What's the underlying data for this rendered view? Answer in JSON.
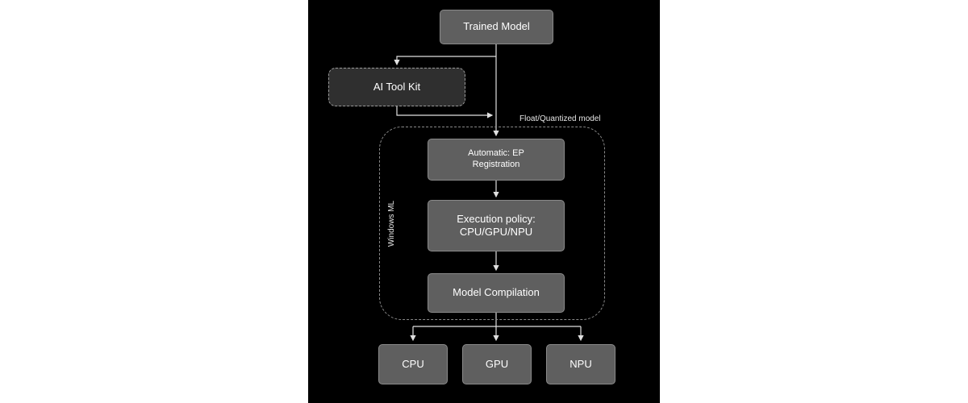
{
  "diagram": {
    "nodes": {
      "trained_model": "Trained  Model",
      "ai_tool_kit": "AI Tool Kit",
      "ep_registration": [
        "Automatic: EP",
        "Registration"
      ],
      "execution_policy": [
        "Execution policy:",
        "CPU/GPU/NPU"
      ],
      "model_compilation": "Model Compilation",
      "cpu": "CPU",
      "gpu": "GPU",
      "npu": "NPU"
    },
    "labels": {
      "float_quantized": "Float/Quantized model",
      "windows_ml": "Windows ML"
    },
    "colors": {
      "background": "#000000",
      "node_fill": "#5f5f5f",
      "toolkit_fill": "#2f2f2f",
      "line": "#e0e0e0"
    }
  }
}
